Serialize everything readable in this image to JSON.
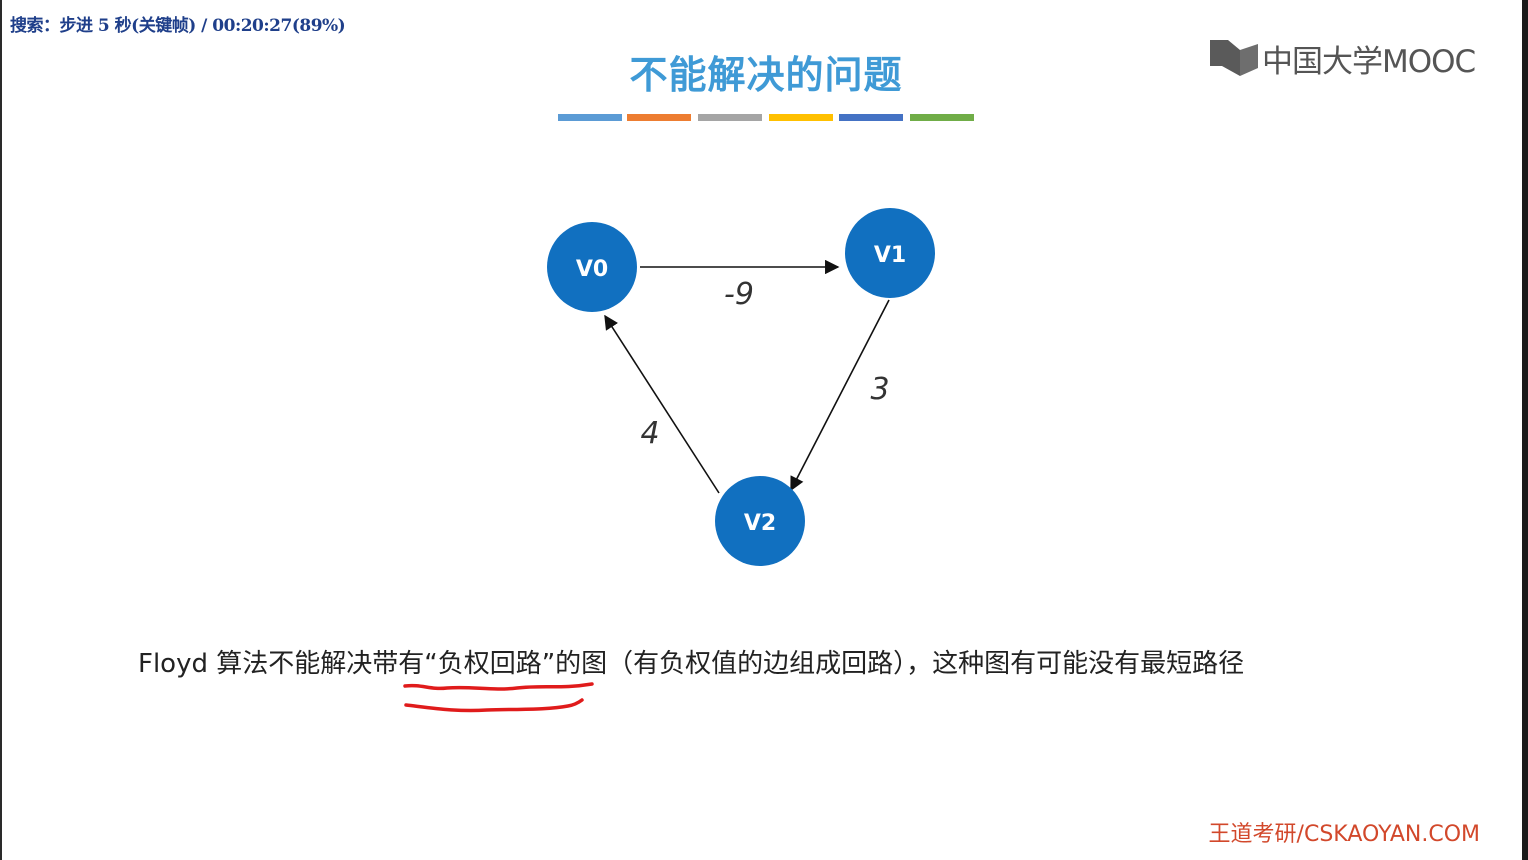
{
  "overlay": {
    "status": "搜索：步进 5 秒(关键帧) / 00:20:27(89%)"
  },
  "slide": {
    "title": "不能解决的问题",
    "title_color": "#3f9ad6",
    "bar_colors": [
      "#5b9bd5",
      "#ed7d31",
      "#a5a5a5",
      "#ffc000",
      "#4472c4",
      "#70ad47"
    ],
    "logo_text": "中国大学MOOC",
    "caption": "Floyd 算法不能解决带有“负权回路”的图（有负权值的边组成回路），这种图有可能没有最短路径",
    "footer": "王道考研/CSKAOYAN.COM",
    "footer_color": "#d2482b",
    "annotation_color": "#e01b1b"
  },
  "graph": {
    "node_color": "#1170c0",
    "nodes": [
      {
        "id": "V0",
        "label": "V0"
      },
      {
        "id": "V1",
        "label": "V1"
      },
      {
        "id": "V2",
        "label": "V2"
      }
    ],
    "edges": [
      {
        "from": "V0",
        "to": "V1",
        "weight": "-9"
      },
      {
        "from": "V1",
        "to": "V2",
        "weight": "3"
      },
      {
        "from": "V2",
        "to": "V0",
        "weight": "4"
      }
    ]
  }
}
